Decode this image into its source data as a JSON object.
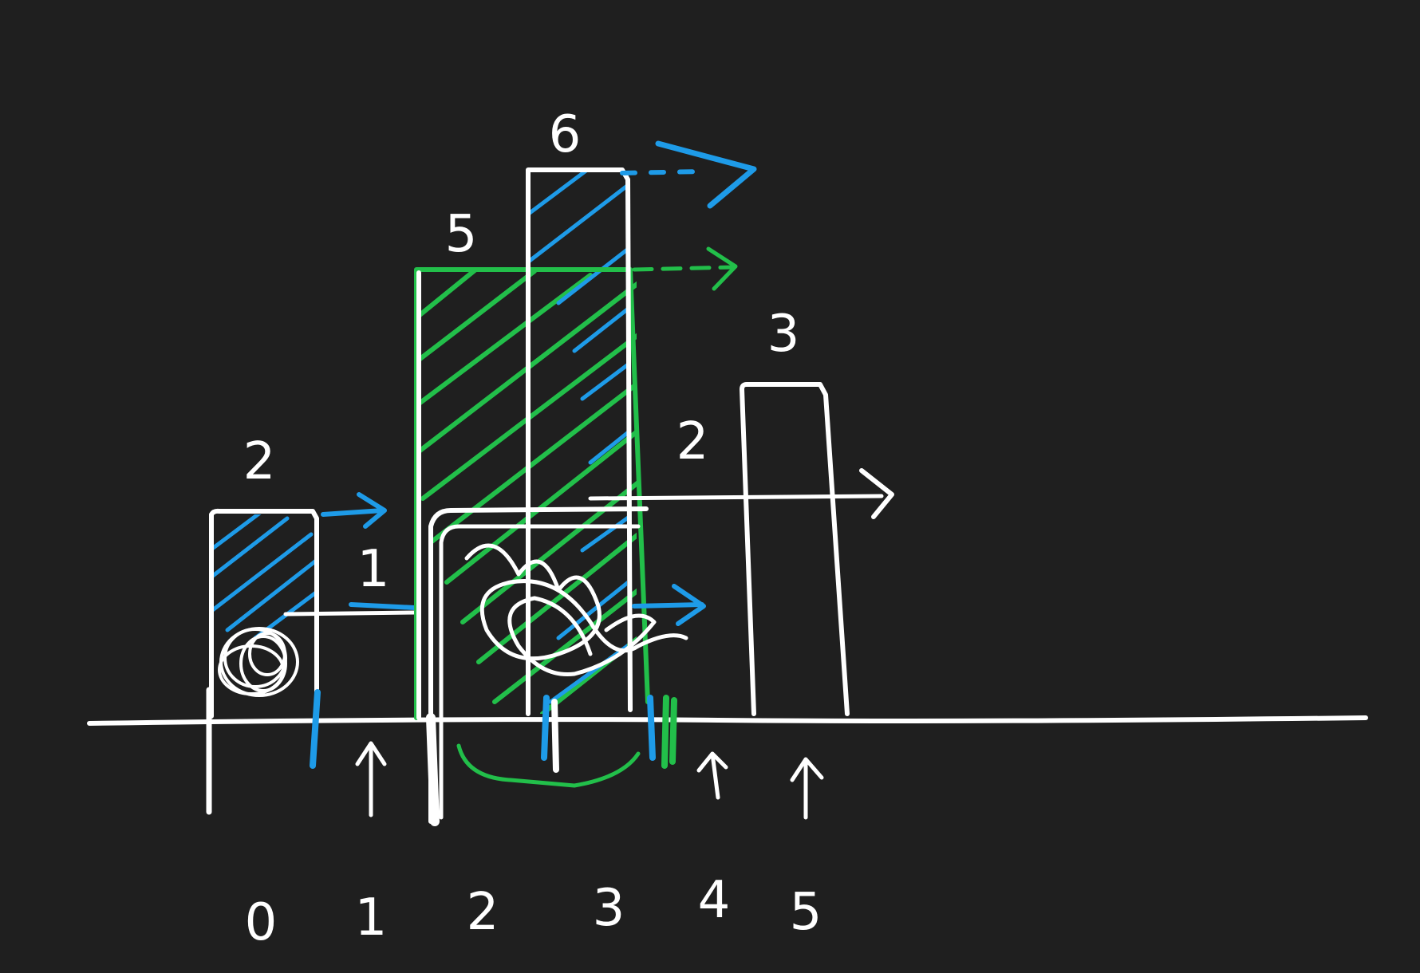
{
  "colors": {
    "background": "#1f1f1f",
    "chalk": "#ffffff",
    "blue": "#1e9be8",
    "green": "#22bf4a"
  },
  "bars": [
    {
      "index": 0,
      "height": 2,
      "height_label": "2",
      "index_label": "0"
    },
    {
      "index": 1,
      "height": 1,
      "height_label": "1",
      "index_label": "1"
    },
    {
      "index": 2,
      "height": 5,
      "height_label": "5",
      "index_label": "2"
    },
    {
      "index": 3,
      "height": 6,
      "height_label": "6",
      "index_label": "3"
    },
    {
      "index": 4,
      "height": 2,
      "height_label": "2",
      "index_label": "4"
    },
    {
      "index": 5,
      "height": 3,
      "height_label": "3",
      "index_label": "5"
    }
  ]
}
